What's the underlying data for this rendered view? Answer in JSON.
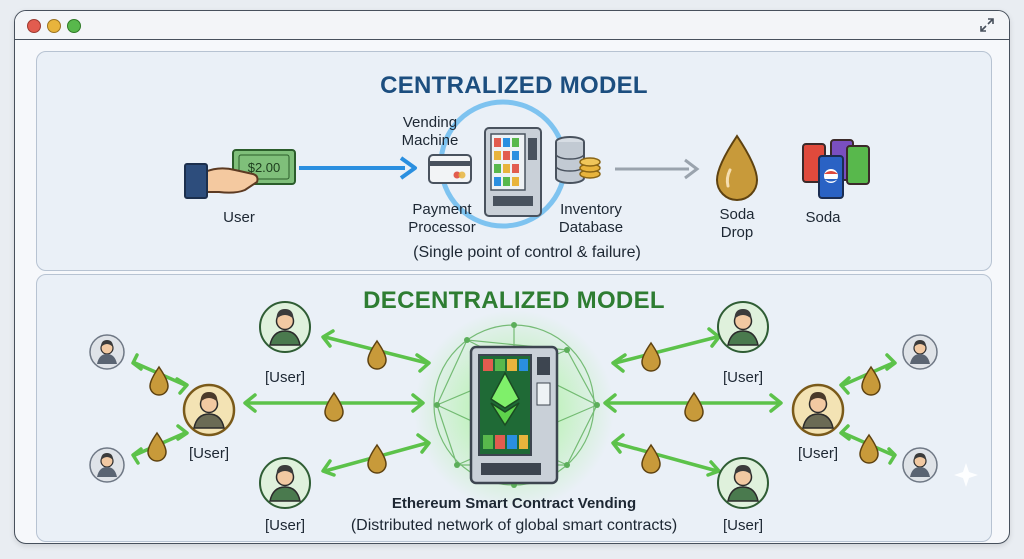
{
  "window": {
    "controls": [
      {
        "name": "close",
        "color": "#e25c4f"
      },
      {
        "name": "minimize",
        "color": "#e8b43c"
      },
      {
        "name": "maximize",
        "color": "#58b84c"
      }
    ],
    "expand_icon": "expand-arrows-icon"
  },
  "centralized": {
    "title": "CENTRALIZED MODEL",
    "title_color": "#1c4e7f",
    "money_text": "$2.00",
    "user_label": "User",
    "vending_label": "Vending Machine",
    "payment_label": "Payment Processor",
    "inventory_label": "Inventory Database",
    "drop_label": "Soda Drop",
    "soda_label": "Soda",
    "caption": "(Single point of control & failure)"
  },
  "decentralized": {
    "title": "DECENTRALIZED MODEL",
    "title_color": "#2e7d32",
    "user_label": "[User]",
    "machine_title": "Ethereum Smart Contract Vending",
    "caption": "(Distributed network of global smart contracts)"
  },
  "colors": {
    "arrow_blue": "#2a8fe0",
    "arrow_green": "#5cc24a",
    "drop_gold": "#c89a3a",
    "avatar_green": "#dff1dc"
  }
}
